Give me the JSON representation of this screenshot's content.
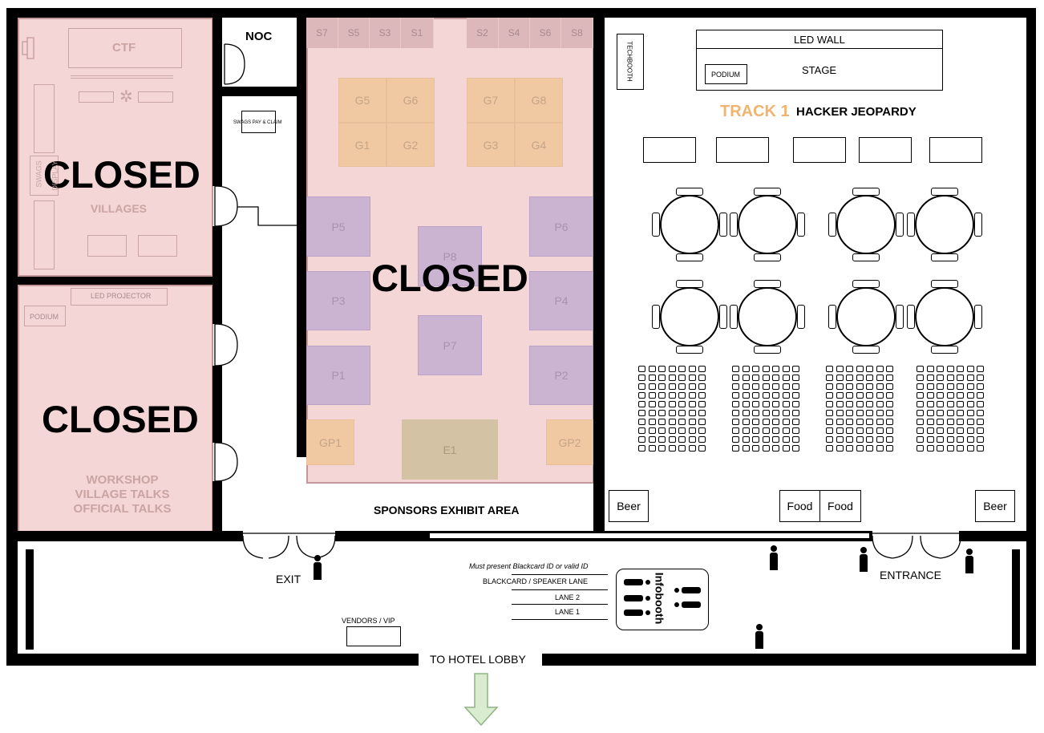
{
  "rooms": {
    "villages": {
      "closed": "CLOSED",
      "title": "VILLAGES",
      "ctf": "CTF",
      "swags": "SWAGS",
      "display": "DISPLAY"
    },
    "workshop": {
      "closed": "CLOSED",
      "led_projector": "LED PROJECTOR",
      "podium": "PODIUM",
      "lines": [
        "WORKSHOP",
        "VILLAGE TALKS",
        "OFFICIAL TALKS"
      ]
    },
    "noc": {
      "title": "NOC",
      "swags_pay": "SWAGS PAY & CLAIM"
    },
    "sponsors": {
      "closed": "CLOSED",
      "title": "SPONSORS EXHIBIT AREA",
      "s_booths": [
        "S7",
        "S5",
        "S3",
        "S1",
        "S2",
        "S4",
        "S6",
        "S8"
      ],
      "g_booths": [
        "G5",
        "G6",
        "G1",
        "G2",
        "G7",
        "G8",
        "G3",
        "G4"
      ],
      "p_booths": [
        "P5",
        "P6",
        "P8",
        "P3",
        "P4",
        "P7",
        "P1",
        "P2"
      ],
      "gp_booths": [
        "GP1",
        "GP2"
      ],
      "e_booth": "E1"
    },
    "track1": {
      "led_wall": "LED WALL",
      "stage": "STAGE",
      "podium": "PODIUM",
      "techbooth": "TECHBOOTH",
      "track": "TRACK 1",
      "event": "HACKER JEOPARDY",
      "beer_left": "Beer",
      "food_1": "Food",
      "food_2": "Food",
      "beer_right": "Beer"
    }
  },
  "lobby": {
    "exit": "EXIT",
    "entrance": "ENTRANCE",
    "vendors": "VENDORS / VIP",
    "to_hotel": "TO HOTEL LOBBY",
    "notice": "Must present Blackcard ID or valid ID",
    "lanes": [
      "BLACKCARD / SPEAKER LANE",
      "LANE 2",
      "LANE 1"
    ],
    "infobooth": "Infobooth"
  },
  "colors": {
    "closed_fill": "#f4d6d6",
    "track_accent": "#f0b470",
    "arrow": "#d9ecd0"
  }
}
